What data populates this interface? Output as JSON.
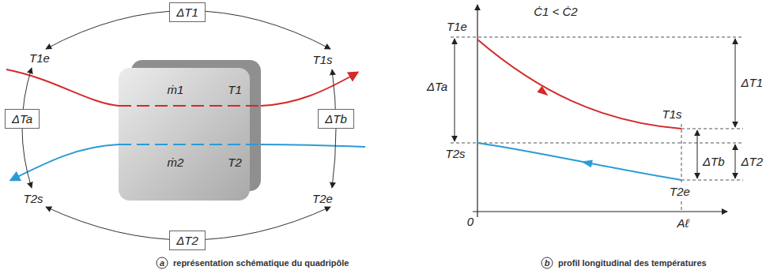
{
  "diagram": {
    "nodes": [
      {
        "text": [
          "ΔT1"
        ]
      },
      {
        "text": [
          "ΔTa"
        ]
      },
      {
        "text": [
          "ṁ1",
          "T1",
          "ṁ2",
          "T2"
        ]
      },
      {
        "text": [
          "ΔTb"
        ]
      },
      {
        "text": [
          "ΔT2"
        ]
      }
    ],
    "labels": [
      "T1e",
      "T1s",
      "T2s",
      "T2e",
      "a",
      "représentation schématique du quadripôle",
      "Ċ1 < Ċ2",
      "T1e",
      "ΔTa",
      "ΔT1",
      "T1s",
      "T2s",
      "ΔTb",
      "ΔT2",
      "T2e",
      "0",
      "Aℓ",
      "b",
      "profil longitudinal des températures"
    ]
  }
}
